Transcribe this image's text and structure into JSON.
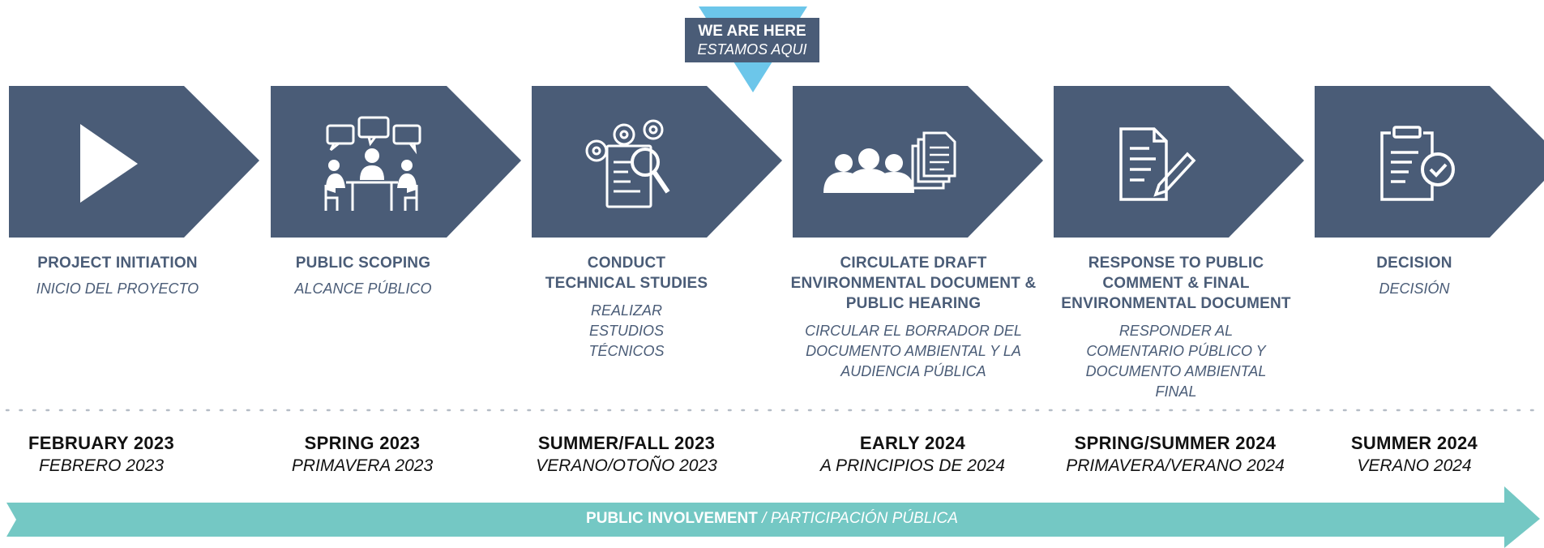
{
  "here_marker": {
    "main": "WE ARE HERE",
    "sub": "ESTAMOS AQUI"
  },
  "stages": [
    {
      "title": "PROJECT INITIATION",
      "subtitle": "INICIO DEL PROYECTO",
      "date": "FEBRUARY 2023",
      "date_sub": "FEBRERO 2023",
      "icon": "play-icon"
    },
    {
      "title": "PUBLIC SCOPING",
      "subtitle": "ALCANCE PÚBLICO",
      "date": "SPRING 2023",
      "date_sub": "PRIMAVERA 2023",
      "icon": "meeting-icon"
    },
    {
      "title": "CONDUCT TECHNICAL STUDIES",
      "subtitle": "REALIZAR ESTUDIOS TÉCNICOS",
      "date": "SUMMER/FALL 2023",
      "date_sub": "VERANO/OTOÑO 2023",
      "icon": "gears-magnifier-icon"
    },
    {
      "title": "CIRCULATE DRAFT ENVIRONMENTAL DOCUMENT & PUBLIC HEARING",
      "subtitle": "CIRCULAR EL BORRADOR DEL DOCUMENTO AMBIENTAL Y LA AUDIENCIA PÚBLICA",
      "date": "EARLY 2024",
      "date_sub": "A PRINCIPIOS DE 2024",
      "icon": "people-documents-icon"
    },
    {
      "title": "RESPONSE TO PUBLIC COMMENT & FINAL ENVIRONMENTAL DOCUMENT",
      "subtitle": "RESPONDER AL COMENTARIO PÚBLICO Y DOCUMENTO AMBIENTAL FINAL",
      "date": "SPRING/SUMMER 2024",
      "date_sub": "PRIMAVERA/VERANO 2024",
      "icon": "document-pen-icon"
    },
    {
      "title": "DECISION",
      "subtitle": "DECISIÓN",
      "date": "SUMMER 2024",
      "date_sub": "VERANO 2024",
      "icon": "document-check-icon"
    }
  ],
  "involvement_bar": {
    "main": "PUBLIC INVOLVEMENT",
    "separator": " / ",
    "sub": "PARTICIPACIÓN PÚBLICA"
  },
  "colors": {
    "chevron": "#4a5c77",
    "marker": "#6cc6ea",
    "bar": "#74c8c4",
    "dots": "#b5bcc6"
  }
}
